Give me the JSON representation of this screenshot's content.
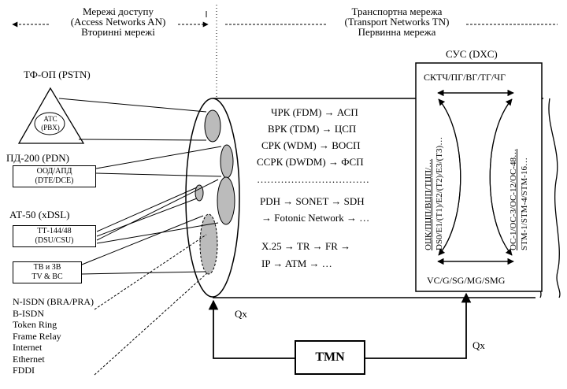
{
  "header_left": {
    "line1": "Мережі доступу",
    "line2": "(Access Networks AN)",
    "line3": "Вторинні мережі"
  },
  "header_right": {
    "line1": "Транспортна мережа",
    "line2": "(Transport Networks TN)",
    "line3": "Первинна мережа"
  },
  "left_labels": {
    "pstn": "ТФ-ОП (PSTN)",
    "atc_line1": "АТС",
    "atc_line2": "(PBX)",
    "pdn": "ПД-200 (PDN)",
    "ood_line1": "ООД/АПД",
    "ood_line2": "(DTE/DCE)",
    "xdsl": "АТ-50 (xDSL)",
    "tt_line1": "ТТ-144/48",
    "tt_line2": "(DSU/CSU)",
    "tv_line1": "ТВ и ЗВ",
    "tv_line2": "TV & BC"
  },
  "bottom_list": [
    "N-ISDN (BRA/PRA)",
    "B-ISDN",
    "Token Ring",
    "Frame Relay",
    "Internet",
    "Ethernet",
    "FDDI"
  ],
  "middle_text": {
    "l1": "ЧРК (FDM) → АСП",
    "l2": "ВРК (TDM) → ЦСП",
    "l3": "СРК (WDM) → ВОСП",
    "l4": "ССРК (DWDM) → ФСП",
    "dots": "……………………………",
    "l5": "PDH  →  SONET  →  SDH",
    "l6": "→ Fotonic Network → …",
    "l7": "X.25  →  TR  →  FR  →",
    "l8": "IP → ATM → …"
  },
  "dxc": {
    "title": "СУС (DXC)",
    "top": "СКТЧ/ПГ/ВГ/ТГ/ЧГ",
    "bottom": "VC/G/SG/MG/SMG",
    "v1": "ОЦК/ПЦП/ВЦП/ТЦП/…",
    "v2": "DS0/E1/(T1)/E2/(T2)/E3/(T3)…",
    "v3": "OC-1/OC-3/OC-12/OC-48…",
    "v4": "STM-1/STM-4/STM-16…"
  },
  "qx_left": "Qx",
  "qx_right": "Qx",
  "tmn": "TMN"
}
